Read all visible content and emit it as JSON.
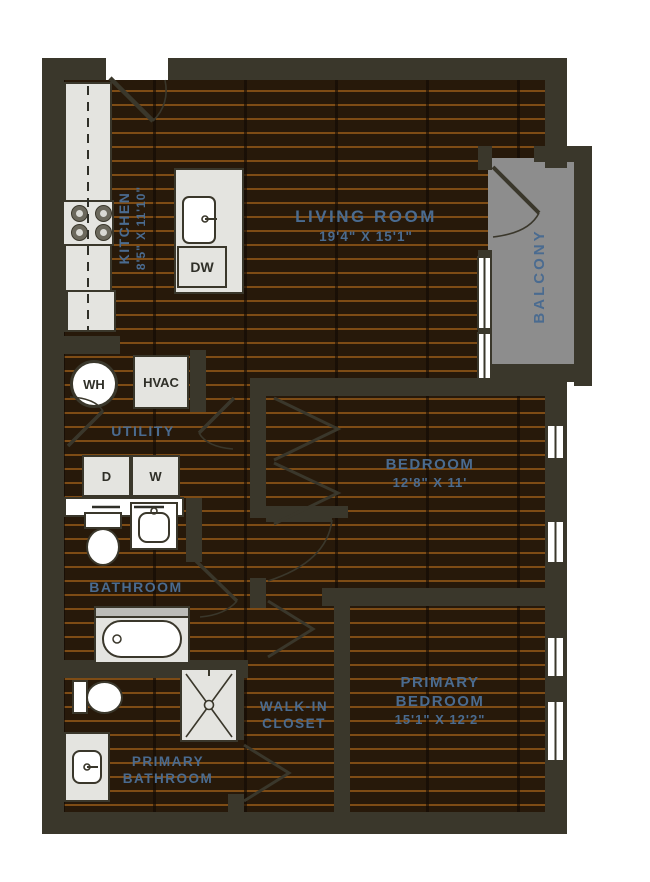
{
  "plan": {
    "type": "apartment-floor-plan",
    "colors": {
      "wall": "#3a372b",
      "floor": "#27190a",
      "floor_plank_line": "#7e4c15",
      "fixture_fill": "#e4e4e0",
      "balcony_fill": "#8d8d8d",
      "label_text": "#4a6b90",
      "fixture_text": "#2f2f28"
    },
    "rooms": {
      "living": {
        "name": "LIVING ROOM",
        "dims": "19'4\" X 15'1\""
      },
      "kitchen": {
        "name": "KITCHEN",
        "dims": "8'5\" X 11'10\""
      },
      "balcony": {
        "name": "BALCONY"
      },
      "utility": {
        "name": "UTILITY"
      },
      "bathroom": {
        "name": "BATHROOM"
      },
      "bedroom": {
        "name": "BEDROOM",
        "dims": "12'8\" X 11'"
      },
      "primary_bedroom": {
        "name": "PRIMARY BEDROOM",
        "dims": "15'1\" X 12'2\""
      },
      "walk_in_closet": {
        "name": "WALK-IN CLOSET"
      },
      "primary_bathroom": {
        "name": "PRIMARY BATHROOM"
      }
    },
    "fixtures": {
      "water_heater": "WH",
      "hvac": "HVAC",
      "dishwasher": "DW",
      "dryer": "D",
      "washer": "W"
    }
  }
}
